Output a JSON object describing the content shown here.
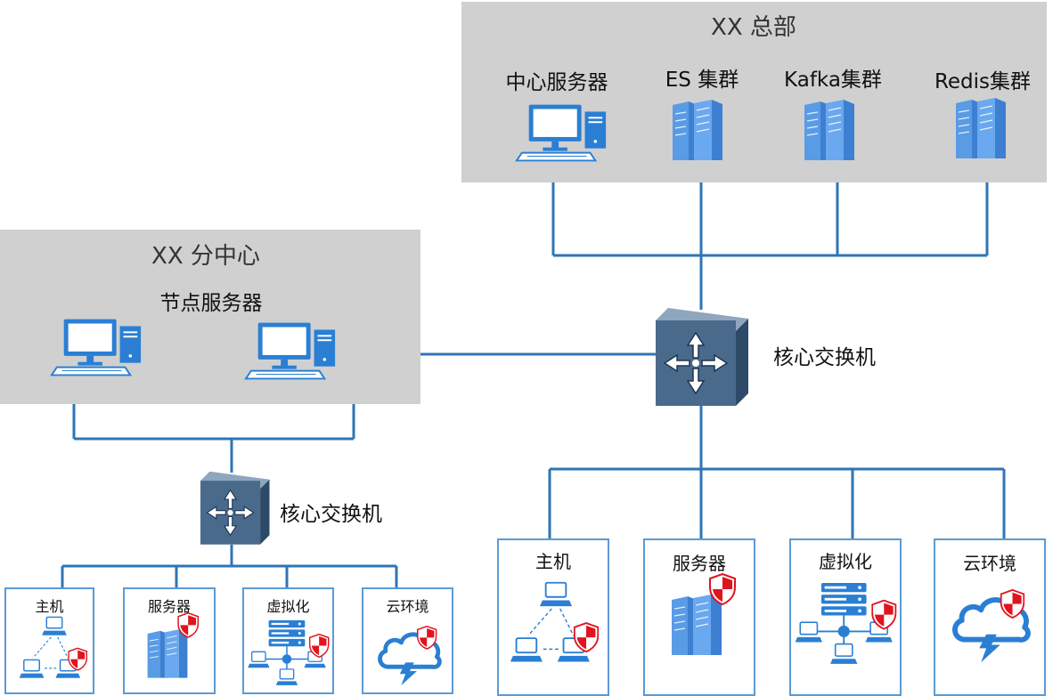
{
  "hq": {
    "title": "XX 总部",
    "items": [
      {
        "label": "中心服务器",
        "icon": "desktop-computer-icon"
      },
      {
        "label": "ES 集群",
        "icon": "server-cluster-icon"
      },
      {
        "label": "Kafka集群",
        "icon": "server-cluster-icon"
      },
      {
        "label": "Redis集群",
        "icon": "server-cluster-icon"
      }
    ],
    "switch_label": "核心交换机",
    "endpoints": [
      {
        "label": "主机",
        "icon": "host-network-icon"
      },
      {
        "label": "服务器",
        "icon": "server-shield-icon"
      },
      {
        "label": "虚拟化",
        "icon": "virtualization-icon"
      },
      {
        "label": "云环境",
        "icon": "cloud-icon"
      }
    ]
  },
  "branch": {
    "title": "XX 分中心",
    "subtitle": "节点服务器",
    "switch_label": "核心交换机",
    "endpoints": [
      {
        "label": "主机",
        "icon": "host-network-icon"
      },
      {
        "label": "服务器",
        "icon": "server-shield-icon"
      },
      {
        "label": "虚拟化",
        "icon": "virtualization-icon"
      },
      {
        "label": "云环境",
        "icon": "cloud-icon"
      }
    ]
  },
  "colors": {
    "line": "#2e75b6",
    "panel": "#d0d0d0",
    "desktop": "#2a7fd4",
    "server": "#5a9be6",
    "switch": "#4a6a8c",
    "shield": "#e0141e",
    "box_border": "#5b9bd5"
  }
}
